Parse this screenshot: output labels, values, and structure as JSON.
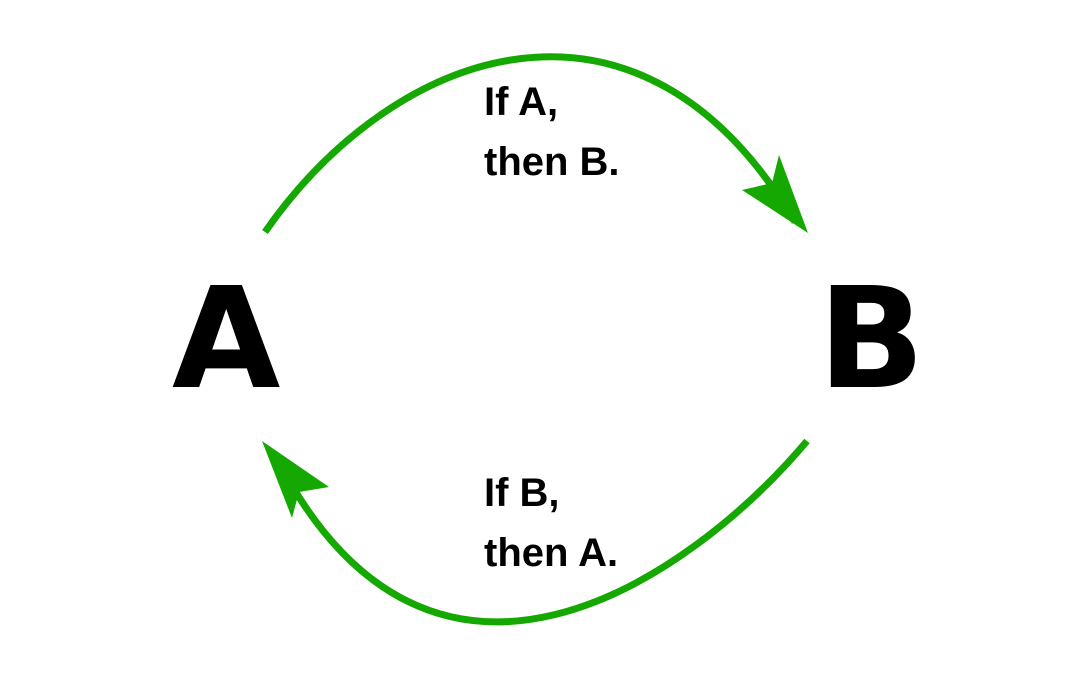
{
  "diagram": {
    "node_a": "A",
    "node_b": "B",
    "top_label": {
      "line1": "If A,",
      "line2": "then B."
    },
    "bottom_label": {
      "line1": "If B,",
      "line2": "then A."
    },
    "arrow_color": "#14a800"
  }
}
